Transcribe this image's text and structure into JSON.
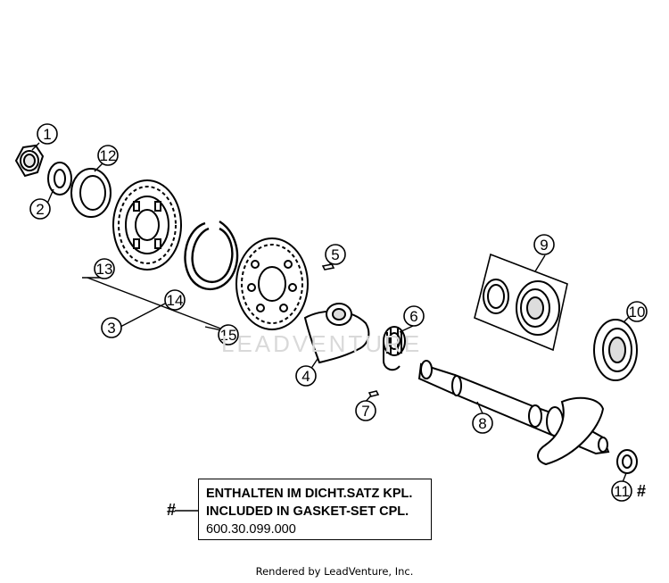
{
  "callouts": [
    "1",
    "2",
    "3",
    "4",
    "5",
    "6",
    "7",
    "8",
    "9",
    "10",
    "11",
    "12",
    "13",
    "14",
    "15"
  ],
  "note": {
    "marker": "#",
    "line1": "ENTHALTEN IM DICHT.SATZ KPL.",
    "line2": "INCLUDED IN GASKET-SET CPL.",
    "line3": "600.30.099.000"
  },
  "part11_marker": "#",
  "watermark": "LEADVENTURE",
  "footer": "Rendered by LeadVenture, Inc."
}
